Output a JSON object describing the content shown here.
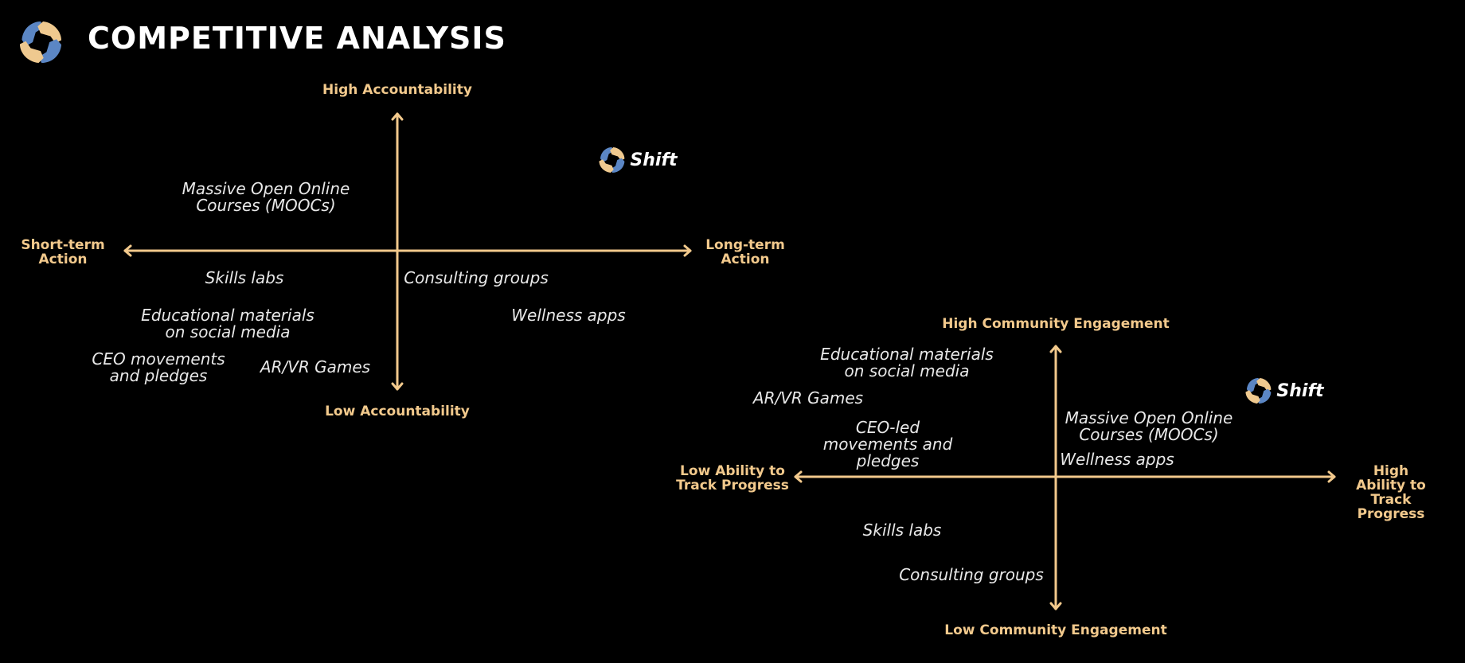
{
  "header": {
    "title": "COMPETITIVE ANALYSIS",
    "logo_icon": "hands-circle-logo-icon"
  },
  "colors": {
    "background": "#000000",
    "axis": "#f2c98c",
    "item_text": "#e8e8e8",
    "title": "#ffffff",
    "logo_blue": "#5b86c4",
    "logo_tan": "#efc98f"
  },
  "chart_data": [
    {
      "type": "scatter",
      "title": "Accountability vs Action Term",
      "x_axis": {
        "negative": "Short-term Action",
        "positive": "Long-term Action"
      },
      "y_axis": {
        "positive": "High Accountability",
        "negative": "Low Accountability"
      },
      "points": [
        {
          "label": "Shift",
          "x": 0.82,
          "y": 0.65,
          "highlight": true
        },
        {
          "label": "Massive Open Online Courses (MOOCs)",
          "x": -0.48,
          "y": 0.38
        },
        {
          "label": "Skills labs",
          "x": -0.55,
          "y": -0.2
        },
        {
          "label": "Consulting groups",
          "x": 0.28,
          "y": -0.2
        },
        {
          "label": "Educational materials on social media",
          "x": -0.61,
          "y": -0.5
        },
        {
          "label": "Wellness apps",
          "x": 0.61,
          "y": -0.46
        },
        {
          "label": "CEO movements and pledges",
          "x": -0.86,
          "y": -0.85
        },
        {
          "label": "AR/VR Games",
          "x": -0.3,
          "y": -0.85
        }
      ]
    },
    {
      "type": "scatter",
      "title": "Community Engagement vs Ability to Track Progress",
      "x_axis": {
        "negative": "Low Ability to Track Progress",
        "positive": "High Ability to Track Progress"
      },
      "y_axis": {
        "positive": "High Community Engagement",
        "negative": "Low Community Engagement"
      },
      "points": [
        {
          "label": "Shift",
          "x": 0.82,
          "y": 0.67,
          "highlight": true
        },
        {
          "label": "Educational materials on social media",
          "x": -0.57,
          "y": 0.86
        },
        {
          "label": "AR/VR Games",
          "x": -0.94,
          "y": 0.6
        },
        {
          "label": "Massive Open Online Courses (MOOCs)",
          "x": 0.34,
          "y": 0.38
        },
        {
          "label": "CEO-led movements and pledges",
          "x": -0.62,
          "y": 0.25
        },
        {
          "label": "Wellness apps",
          "x": 0.22,
          "y": 0.13
        },
        {
          "label": "Skills labs",
          "x": -0.58,
          "y": -0.41
        },
        {
          "label": "Consulting groups",
          "x": -0.31,
          "y": -0.76
        }
      ]
    }
  ],
  "chart1": {
    "top": "High Accountability",
    "bottom": "Low Accountability",
    "left": "Short-term\nAction",
    "right": "Long-term\nAction",
    "shift": "Shift",
    "items": [
      "Massive Open Online\nCourses (MOOCs)",
      "Skills labs",
      "Consulting groups",
      "Educational materials\non social media",
      "Wellness apps",
      "CEO movements\nand pledges",
      "AR/VR Games"
    ]
  },
  "chart2": {
    "top": "High Community Engagement",
    "bottom": "Low Community Engagement",
    "left": "Low Ability to\nTrack Progress",
    "right": "High Ability to\nTrack Progress",
    "shift": "Shift",
    "items": [
      "Educational materials\non social media",
      "AR/VR Games",
      "Massive Open Online\nCourses (MOOCs)",
      "CEO-led\nmovements and\npledges",
      "Wellness apps",
      "Skills labs",
      "Consulting groups"
    ]
  }
}
